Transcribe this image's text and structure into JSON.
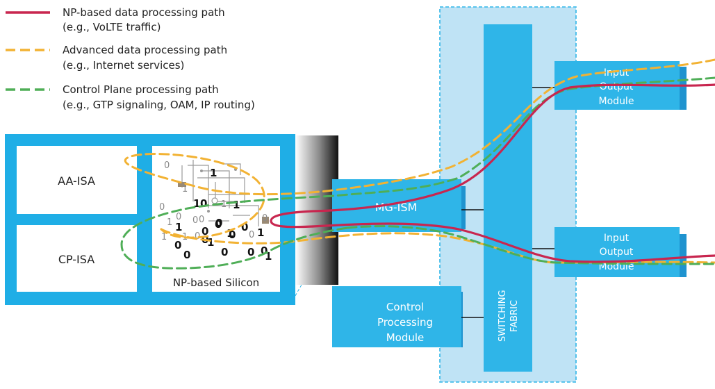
{
  "colors": {
    "np_path": "#c8264f",
    "advanced_path": "#f2b233",
    "control_path": "#4fae57",
    "module_blue": "#2fb5e8",
    "module_shadow": "#1f93cf",
    "card_blue": "#1faee6",
    "chassis_fill": "#bfe3f5",
    "chassis_border": "#2fb5e8"
  },
  "legend": [
    {
      "key": "np",
      "line1": "NP-based data processing path",
      "line2": "(e.g., VoLTE traffic)"
    },
    {
      "key": "advanced",
      "line1": "Advanced data processing path",
      "line2": "(e.g., Internet services)"
    },
    {
      "key": "control",
      "line1": "Control Plane processing path",
      "line2": "(e.g., GTP signaling, OAM, IP routing)"
    }
  ],
  "card": {
    "aa_isa": "AA-ISA",
    "cp_isa": "CP-ISA",
    "np_silicon": "NP-based Silicon",
    "silicon_digits": [
      {
        "t": "0",
        "dark": false
      },
      {
        "t": "1",
        "dark": false
      },
      {
        "t": "1",
        "dark": true
      },
      {
        "t": "0",
        "dark": false
      },
      {
        "t": "1",
        "dark": false
      },
      {
        "t": "0",
        "dark": false
      },
      {
        "t": "1",
        "dark": true
      },
      {
        "t": "0",
        "dark": true
      },
      {
        "t": "0",
        "dark": true
      },
      {
        "t": "1",
        "dark": false
      },
      {
        "t": "1",
        "dark": true
      },
      {
        "t": "0",
        "dark": true
      },
      {
        "t": "0",
        "dark": false
      },
      {
        "t": "0",
        "dark": true
      },
      {
        "t": "1",
        "dark": true
      },
      {
        "t": "0",
        "dark": false
      },
      {
        "t": "1",
        "dark": false
      },
      {
        "t": "1",
        "dark": true
      },
      {
        "t": "0",
        "dark": false
      },
      {
        "t": "0",
        "dark": false
      },
      {
        "t": "0",
        "dark": true
      },
      {
        "t": "1",
        "dark": true
      },
      {
        "t": "0",
        "dark": true
      },
      {
        "t": "1",
        "dark": false
      },
      {
        "t": "0",
        "dark": true
      },
      {
        "t": "0",
        "dark": true
      },
      {
        "t": "1",
        "dark": true
      },
      {
        "t": "0",
        "dark": true
      },
      {
        "t": "0",
        "dark": true
      },
      {
        "t": "1",
        "dark": true
      },
      {
        "t": "0",
        "dark": false
      },
      {
        "t": "0",
        "dark": true
      },
      {
        "t": "0",
        "dark": true
      }
    ]
  },
  "chassis": {
    "mg_ism": "MG-ISM",
    "control_module": [
      "Control",
      "Processing",
      "Module"
    ],
    "switching_fabric": [
      "SWITCHING",
      "FABRIC"
    ],
    "iom_top": [
      "Input",
      "Output",
      "Module"
    ],
    "iom_bottom": [
      "Input",
      "Output",
      "Module"
    ]
  }
}
